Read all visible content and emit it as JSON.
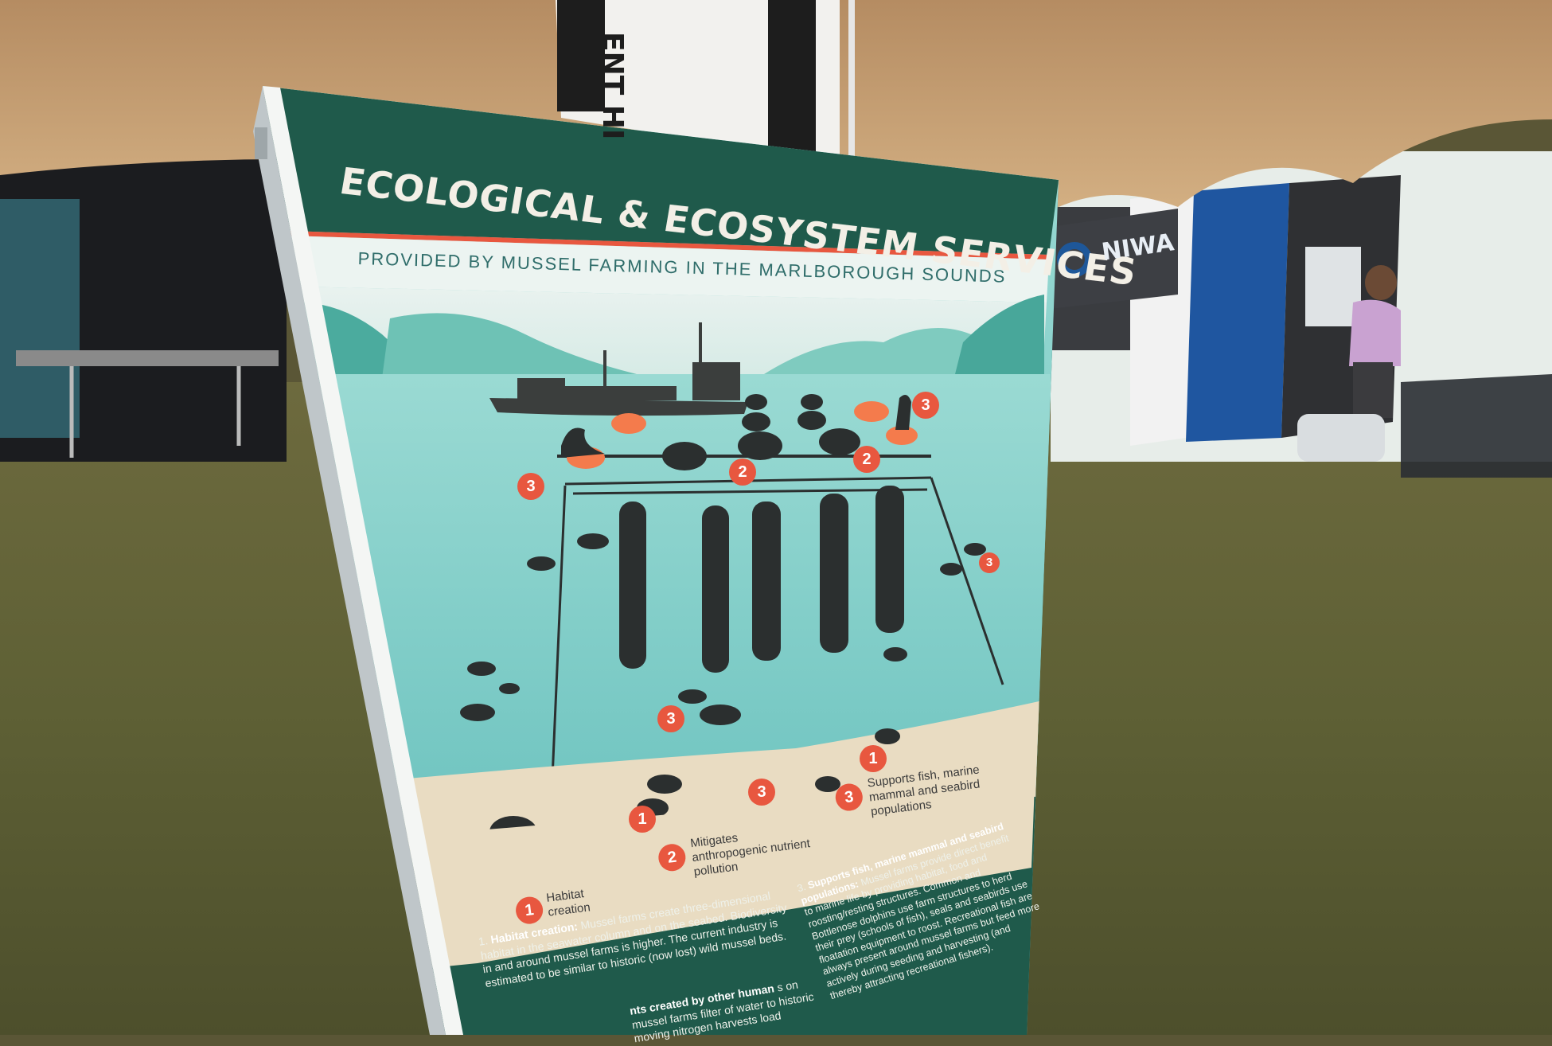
{
  "poster": {
    "title": "ECOLOGICAL & ECOSYSTEM SERVICES",
    "subtitle": "PROVIDED BY MUSSEL FARMING IN THE MARLBOROUGH SOUNDS",
    "legend": [
      {
        "num": "1",
        "text": "Habitat creation"
      },
      {
        "num": "2",
        "text": "Mitigates anthropogenic nutrient pollution"
      },
      {
        "num": "3",
        "text": "Supports fish, marine mammal and seabird populations"
      }
    ],
    "diagram_badges": [
      "1",
      "2",
      "3"
    ],
    "body": {
      "item1_num": "1.",
      "item1_heading": "Habitat creation:",
      "item1_text": "Mussel farms create three-dimensional habitat in the seawater column and on the seabed. Biodiversity in and around mussel farms is higher. The current industry is estimated to be similar to historic (now lost) wild mussel beds.",
      "item2_heading": "nts created by other human",
      "item2_text": "s on mussel farms filter of water to historic moving nitrogen harvests load",
      "item3_num": "3.",
      "item3_heading": "Supports fish, marine mammal and seabird populations:",
      "item3_text": "Mussel farms provide direct benefit to marine life by providing habitat, food and roosting/resting structures. Common and Bottlenose dolphins use farm structures to herd their prey (schools of fish), seals and seabirds use floatation equipment to roost. Recreational fish are always present around mussel farms but feed more actively during seeding and harvesting (and thereby attracting recreational fishers)."
    }
  },
  "banner": {
    "text": "ENT HI"
  },
  "booth_sign": {
    "text": "NIWA"
  },
  "colors": {
    "poster_green": "#1f5a4b",
    "sea": "#7fcfca",
    "seabed": "#e9dcc2",
    "accent": "#e8573f",
    "tent": "#c9a478",
    "grass": "#6b6a3c"
  }
}
